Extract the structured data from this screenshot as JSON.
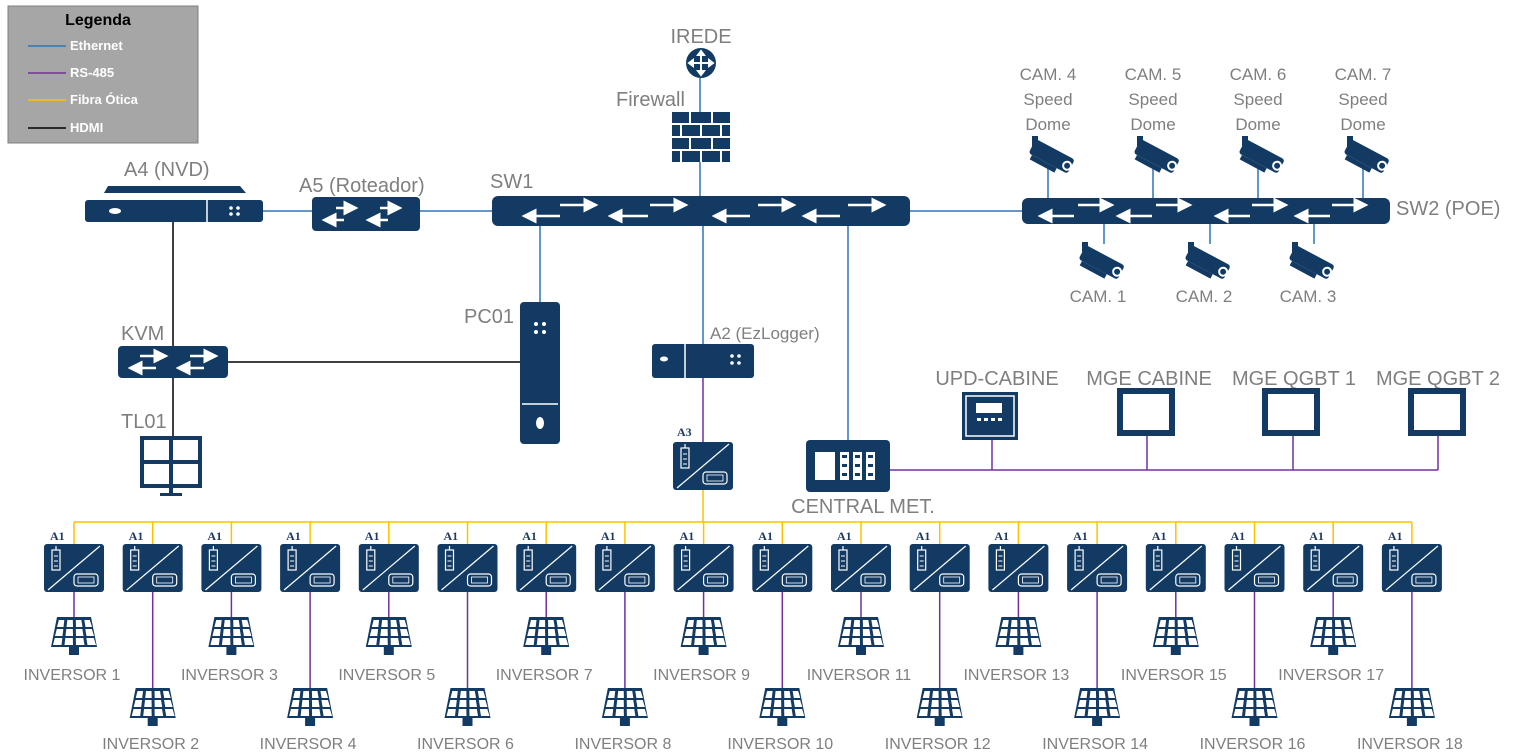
{
  "colors": {
    "ethernet": "#2e75b6",
    "rs485": "#7030a0",
    "fibra": "#ffc000",
    "hdmi": "#000000",
    "device": "#123a63",
    "label": "#7f7f7f",
    "legend_bg": "#a6a6a6"
  },
  "legend": {
    "title": "Legenda",
    "items": [
      {
        "label": "Ethernet",
        "color": "#2e75b6"
      },
      {
        "label": "RS-485",
        "color": "#7030a0"
      },
      {
        "label": "Fibra Ótica",
        "color": "#ffc000"
      },
      {
        "label": "HDMI",
        "color": "#000000"
      }
    ]
  },
  "nodes": {
    "irede": "IREDE",
    "firewall": "Firewall",
    "a4": "A4 (NVD)",
    "a5": "A5 (Roteador)",
    "sw1": "SW1",
    "sw2": "SW2 (POE)",
    "kvm": "KVM",
    "tl01": "TL01",
    "pc01": "PC01",
    "a2": "A2 (EzLogger)",
    "a3": "A3",
    "central": "CENTRAL MET.",
    "upd": "UPD-CABINE",
    "mge1": "MGE CABINE",
    "mge2": "MGE QGBT 1",
    "mge3": "MGE QGBT 2"
  },
  "cameras_top": [
    {
      "line1": "CAM. 4",
      "line2": "Speed",
      "line3": "Dome"
    },
    {
      "line1": "CAM. 5",
      "line2": "Speed",
      "line3": "Dome"
    },
    {
      "line1": "CAM. 6",
      "line2": "Speed",
      "line3": "Dome"
    },
    {
      "line1": "CAM. 7",
      "line2": "Speed",
      "line3": "Dome"
    }
  ],
  "cameras_bottom": [
    "CAM. 1",
    "CAM. 2",
    "CAM. 3"
  ],
  "a1_label": "A1",
  "inverters": [
    "INVERSOR 1",
    "INVERSOR 2",
    "INVERSOR 3",
    "INVERSOR 4",
    "INVERSOR 5",
    "INVERSOR 6",
    "INVERSOR 7",
    "INVERSOR 8",
    "INVERSOR 9",
    "INVERSOR 10",
    "INVERSOR 11",
    "INVERSOR 12",
    "INVERSOR 13",
    "INVERSOR 14",
    "INVERSOR 15",
    "INVERSOR 16",
    "INVERSOR 17",
    "INVERSOR 18"
  ]
}
